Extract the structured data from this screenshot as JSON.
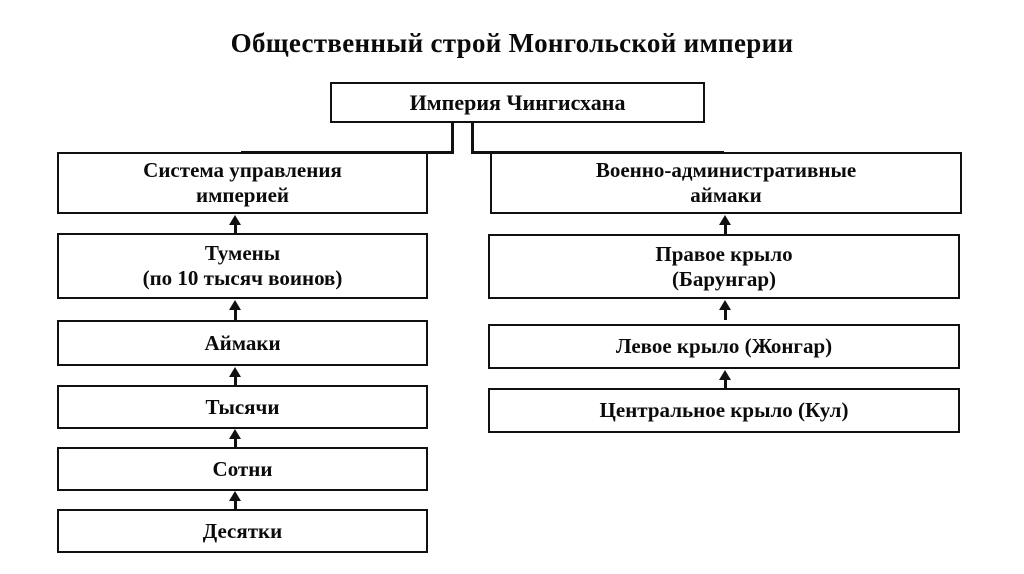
{
  "page": {
    "title": "Общественный строй Монгольской империи",
    "background_color": "#ffffff",
    "line_color": "#111111",
    "text_color": "#0b0b0b"
  },
  "diagram": {
    "type": "hierarchy-flowchart",
    "root": {
      "label": "Империя Чингисхана"
    },
    "branches": [
      {
        "name": "left-branch",
        "head": {
          "label": "Система управления\nимперией"
        },
        "chain": [
          {
            "label": "Тумены\n(по 10 тысяч воинов)"
          },
          {
            "label": "Аймаки"
          },
          {
            "label": "Тысячи"
          },
          {
            "label": "Сотни"
          },
          {
            "label": "Десятки"
          }
        ]
      },
      {
        "name": "right-branch",
        "head": {
          "label": "Военно-административные\nаймаки"
        },
        "chain": [
          {
            "label": "Правое крыло\n(Барунгар)"
          },
          {
            "label": "Левое крыло (Жонгар)"
          },
          {
            "label": "Центральное крыло (Кул)"
          }
        ]
      }
    ],
    "arrow_direction": "up"
  }
}
